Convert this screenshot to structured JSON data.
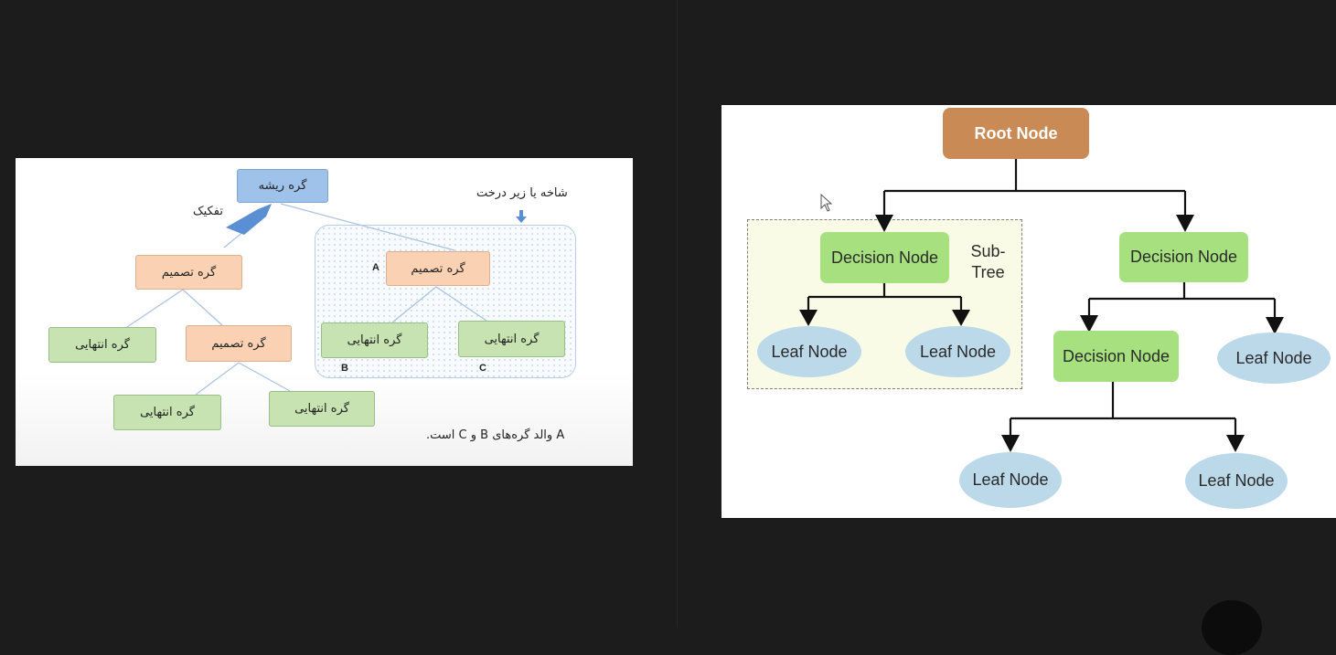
{
  "left_diagram": {
    "root": "گره ریشه",
    "split_label": "تفکیک",
    "branch_label": "شاخه یا زیر درخت",
    "decision_node": "گره تصمیم",
    "leaf_node": "گره انتهایی",
    "letters": {
      "a": "A",
      "b": "B",
      "c": "C"
    },
    "caption": "A والد گره‌های B و C است."
  },
  "right_diagram": {
    "root": "Root Node",
    "decision": "Decision Node",
    "leaf": "Leaf Node",
    "subtree_line1": "Sub-",
    "subtree_line2": "Tree"
  },
  "colors": {
    "background": "#1c1c1c",
    "fa_root": "#9fc2ea",
    "fa_decision": "#fad2b3",
    "fa_leaf": "#c6e3b1",
    "en_root": "#c98a55",
    "en_decision": "#a7e17f",
    "en_leaf": "#bcd9ea",
    "subtree_fill": "#fafbe6",
    "split_arrow": "#5b8fd4"
  },
  "icons": [
    "mouse-cursor-icon",
    "split-arrow-icon",
    "down-arrow-icon"
  ]
}
